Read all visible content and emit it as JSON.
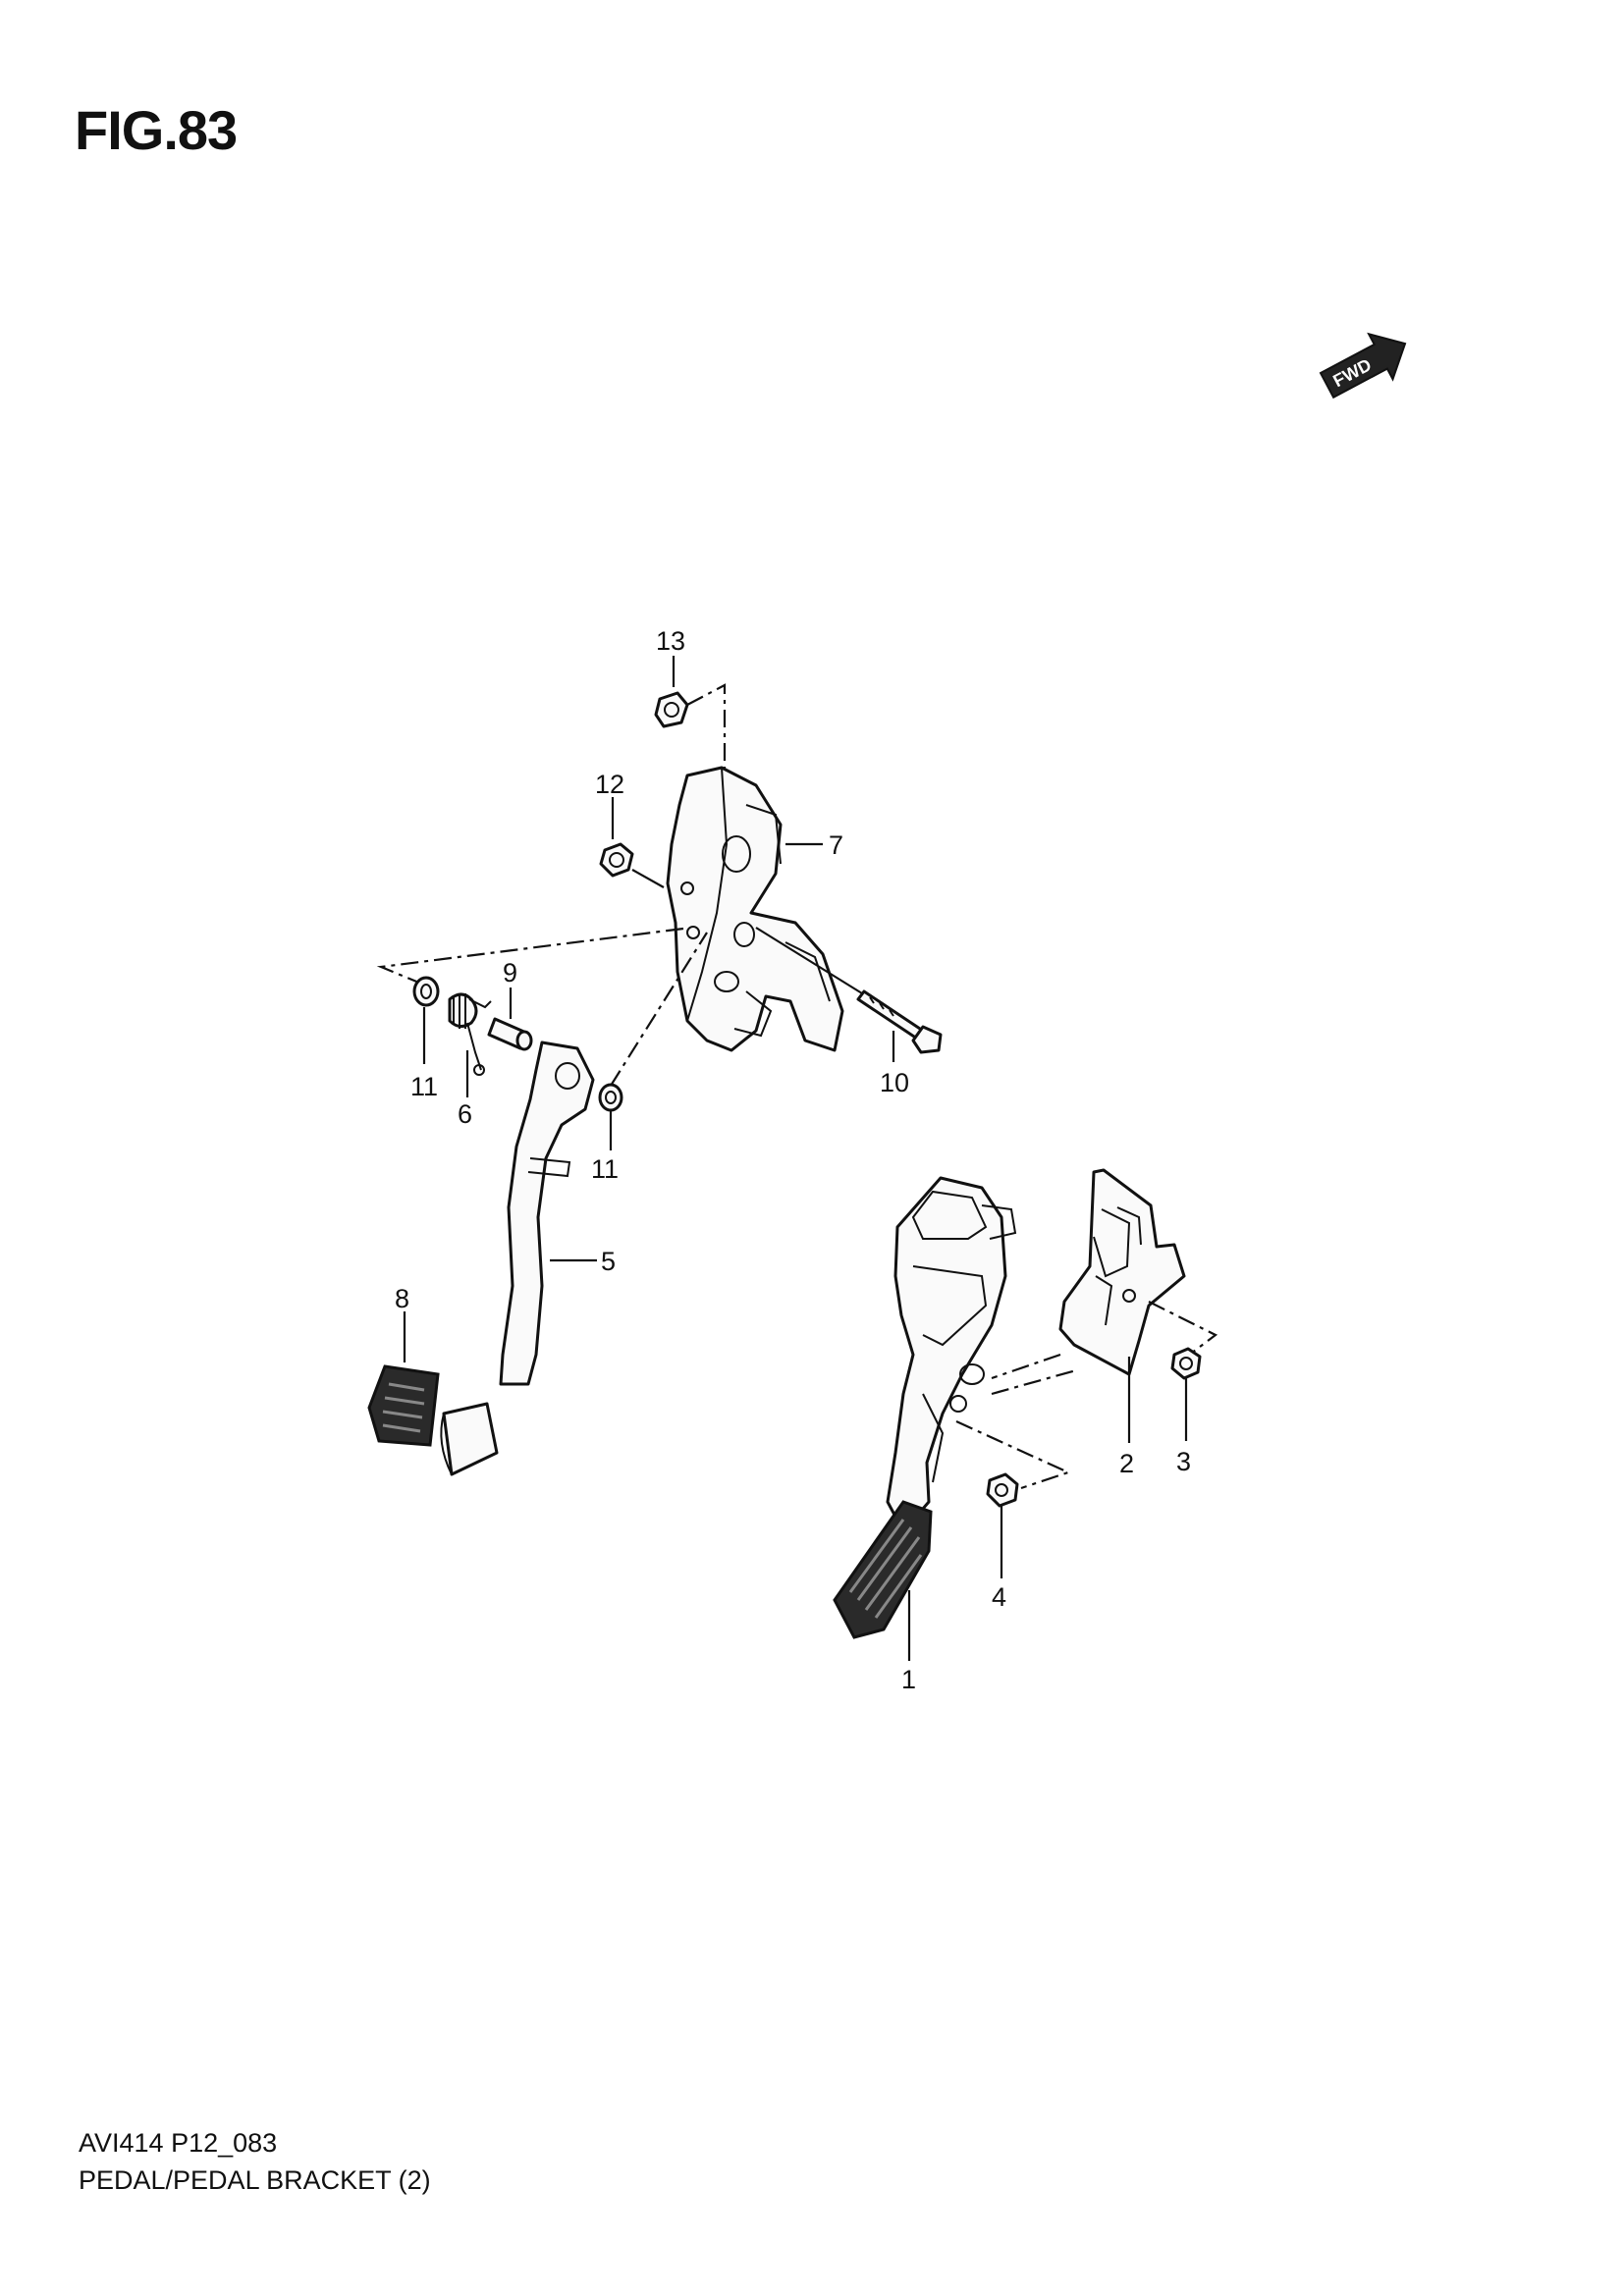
{
  "figure": {
    "title": "FIG.83"
  },
  "fwd_badge": {
    "label": "FWD"
  },
  "footer": {
    "code": "AVI414 P12_083",
    "description": "PEDAL/PEDAL BRACKET (2)"
  },
  "callouts": {
    "c1": "1",
    "c2": "2",
    "c3": "3",
    "c4": "4",
    "c5": "5",
    "c6": "6",
    "c7": "7",
    "c8": "8",
    "c9": "9",
    "c10": "10",
    "c11a": "11",
    "c11b": "11",
    "c12": "12",
    "c13": "13"
  }
}
